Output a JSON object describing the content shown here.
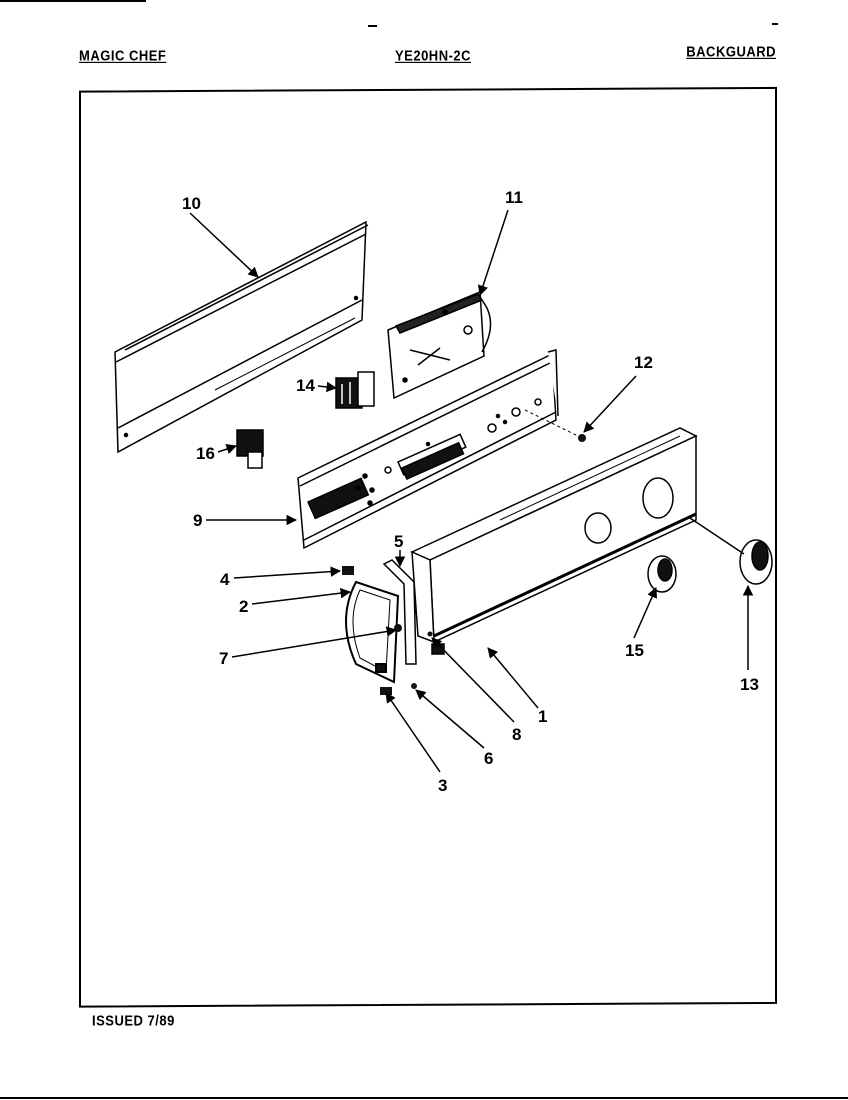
{
  "header": {
    "brand": "MAGIC CHEF",
    "model": "YE20HN-2C",
    "section": "BACKGUARD"
  },
  "footer": {
    "issued": "ISSUED 7/89"
  },
  "callouts": {
    "c1": "1",
    "c2": "2",
    "c3": "3",
    "c4": "4",
    "c5": "5",
    "c6": "6",
    "c7": "7",
    "c8": "8",
    "c9": "9",
    "c10": "10",
    "c11": "11",
    "c12": "12",
    "c13": "13",
    "c14": "14",
    "c15": "15",
    "c16": "16"
  }
}
